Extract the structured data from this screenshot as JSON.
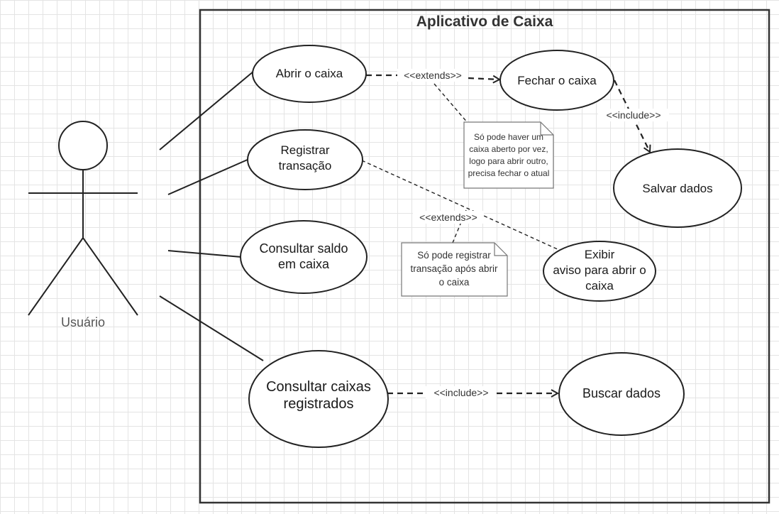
{
  "diagram": {
    "system_title": "Aplicativo de Caixa",
    "actor": {
      "label": "Usuário",
      "icon": "stick-figure-icon"
    },
    "use_cases": {
      "abrir": [
        "Abrir o caixa"
      ],
      "fechar": [
        "Fechar o caixa"
      ],
      "registrar": [
        "Registrar",
        "transação"
      ],
      "salvar": [
        "Salvar dados"
      ],
      "consultar_saldo": [
        "Consultar saldo",
        "em caixa"
      ],
      "exibir_aviso": [
        "Exibir",
        "aviso para abrir o",
        "caixa"
      ],
      "consultar_caixas": [
        "Consultar caixas",
        "registrados"
      ],
      "buscar": [
        "Buscar dados"
      ]
    },
    "relations": {
      "extends_fechar": "<<extends>>",
      "include_salvar": "<<include>>",
      "extends_aviso": "<<extends>>",
      "include_buscar": "<<include>>"
    },
    "notes": {
      "note_fechar": [
        "Só pode haver um",
        "caixa aberto por vez,",
        "logo para abrir outro,",
        "precisa fechar o atual"
      ],
      "note_registrar": [
        "Só pode registrar",
        "transação após abrir",
        "o caixa"
      ]
    }
  }
}
